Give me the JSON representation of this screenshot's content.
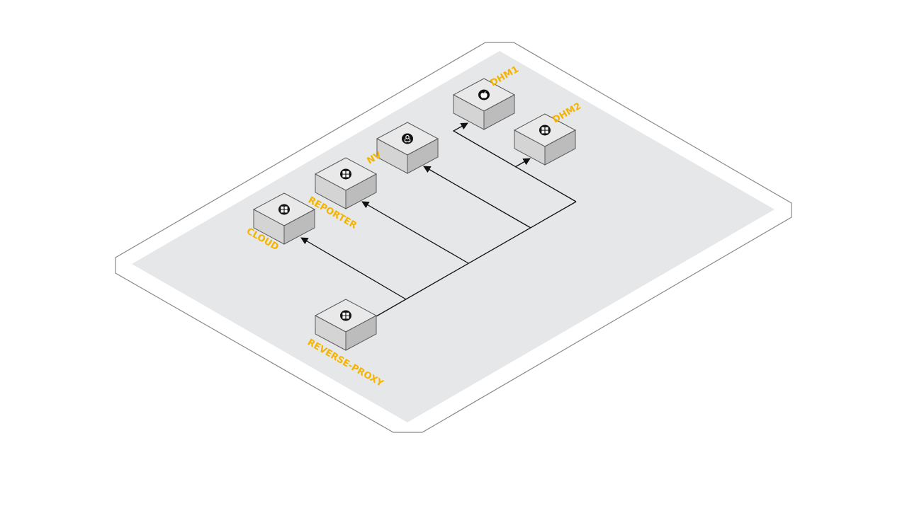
{
  "diagram": {
    "colors": {
      "background": "#ffffff",
      "platform_outline": "#8a8a8a",
      "platform_fill": "#e6e7e8",
      "box_top": "#e9e9e9",
      "box_left": "#d4d4d4",
      "box_right": "#bcbcbc",
      "box_edge": "#5a5a5a",
      "label": "#f5b400",
      "connector": "#111111",
      "icon_disc": "#111111"
    },
    "nodes": [
      {
        "id": "reverse-proxy",
        "label": "REVERSE-PROXY",
        "os_icon": "windows-icon"
      },
      {
        "id": "cloud",
        "label": "CLOUD",
        "os_icon": "windows-icon"
      },
      {
        "id": "reporter",
        "label": "REPORTER",
        "os_icon": "windows-icon"
      },
      {
        "id": "nv",
        "label": "NV",
        "os_icon": "linux-icon"
      },
      {
        "id": "dhm1",
        "label": "DHM1",
        "os_icon": "apple-icon"
      },
      {
        "id": "dhm2",
        "label": "DHM2",
        "os_icon": "windows-icon"
      }
    ],
    "connections": [
      {
        "from": "reverse-proxy",
        "to": "cloud",
        "directed": true
      },
      {
        "from": "reverse-proxy",
        "to": "reporter",
        "directed": true
      },
      {
        "from": "reverse-proxy",
        "to": "nv",
        "directed": true
      },
      {
        "from": "reverse-proxy",
        "to": "dhm1",
        "directed": true
      },
      {
        "from": "reverse-proxy",
        "to": "dhm2",
        "directed": true
      }
    ]
  }
}
